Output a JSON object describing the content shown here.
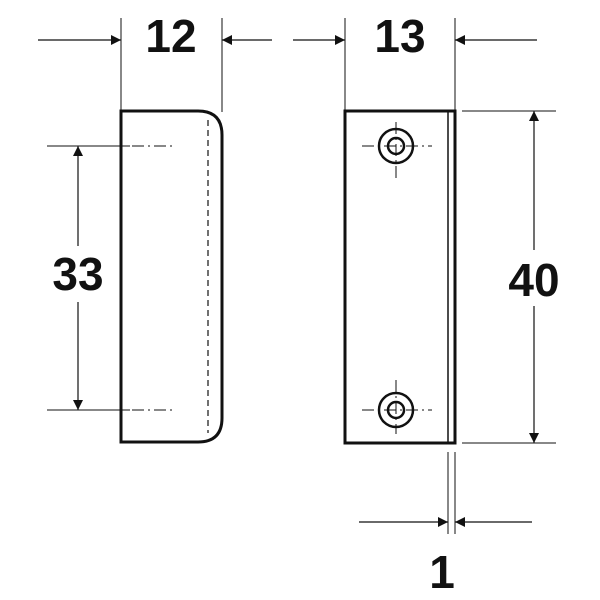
{
  "dimensions": {
    "side_width": "12",
    "side_height": "33",
    "front_width": "13",
    "front_height": "40",
    "thickness": "1"
  },
  "colors": {
    "line": "#111111",
    "background": "#ffffff"
  }
}
